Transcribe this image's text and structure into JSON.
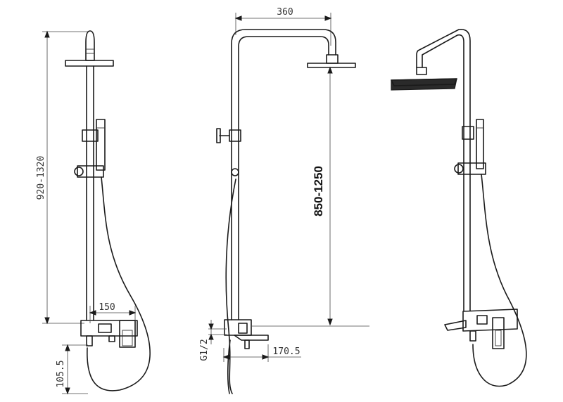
{
  "dimensions": {
    "overall_height": "920-1320",
    "arm_reach": "360",
    "shower_height": "850-1250",
    "mixer_width": "150",
    "spout_length": "170.5",
    "inlet_offset": "105.5",
    "thread": "G1/2"
  },
  "colors": {
    "line": "#1a1a1a",
    "dimension": "#444444",
    "background": "#ffffff"
  }
}
